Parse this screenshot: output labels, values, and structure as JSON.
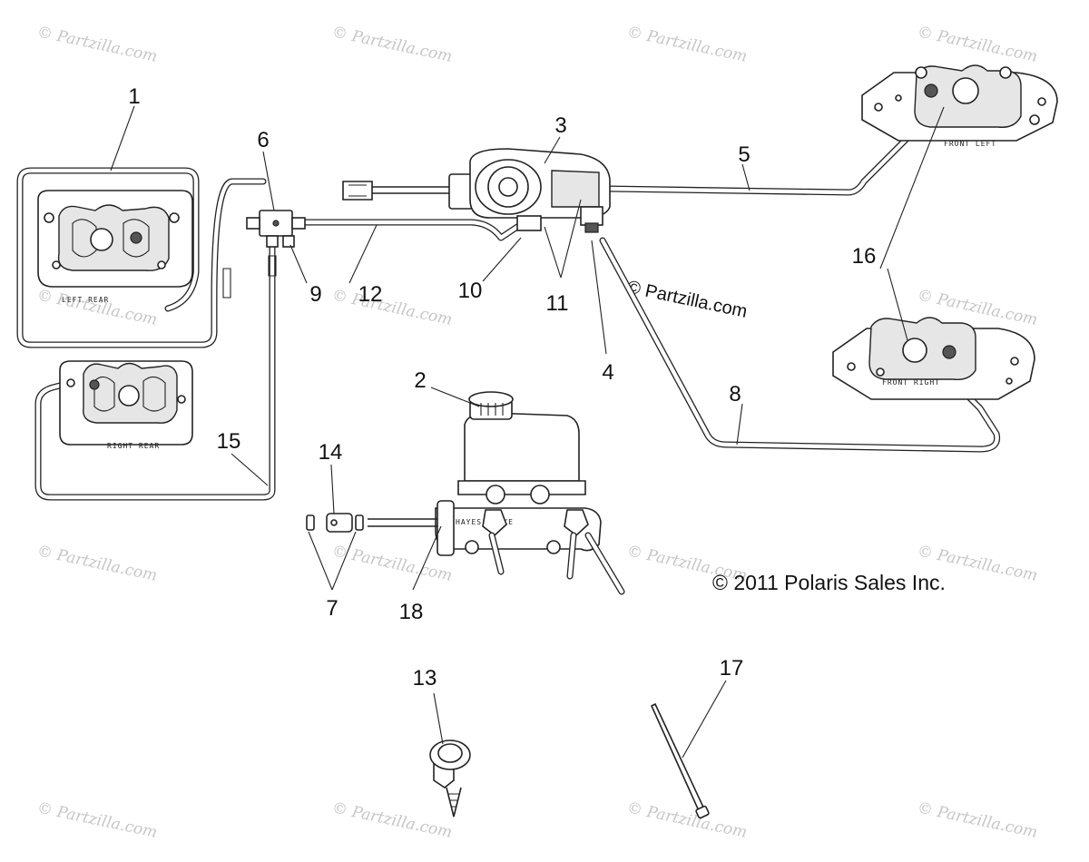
{
  "diagram": {
    "callouts": {
      "c1": "1",
      "c2": "2",
      "c3": "3",
      "c4": "4",
      "c5": "5",
      "c6": "6",
      "c7": "7",
      "c8": "8",
      "c9": "9",
      "c10": "10",
      "c11": "11",
      "c12": "12",
      "c13": "13",
      "c14": "14",
      "c15": "15",
      "c16": "16",
      "c17": "17",
      "c18": "18"
    },
    "caliper_labels": {
      "left_rear": "LEFT REAR",
      "right_rear": "RIGHT REAR",
      "front_left": "FRONT LEFT",
      "front_right": "FRONT RIGHT"
    },
    "master_cylinder_brand": "HAYES BRAKE",
    "copyright": "© 2011 Polaris Sales Inc.",
    "watermark": "© Partzilla.com"
  }
}
